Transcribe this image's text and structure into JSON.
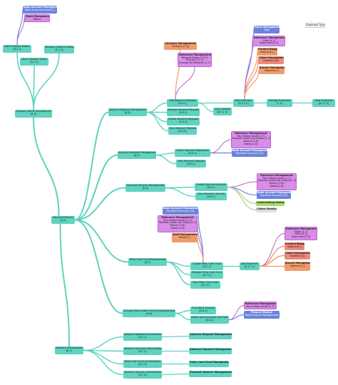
{
  "nodes": {
    "payment_module": {
      "title": "Payment Module",
      "sub": "[6.2]"
    },
    "cheques_status_mgmt": {
      "title": "Cheques Status Management",
      "sub": "[6.1]"
    },
    "add_cheques_status": {
      "title": "Add Cheques Status",
      "sub": "[6.1.1]"
    },
    "manage_cheques_status": {
      "title": "Manage Cheques Status",
      "sub": "[6.1.3]"
    },
    "view_cheques_status": {
      "title": "View Cheques Status",
      "sub": "[6.1.2]"
    },
    "bank_account_mgmt_top": {
      "title": "Bank Account Management",
      "sub": "Bank Account Context [-]"
    },
    "stock_mgmt_top": {
      "title": "Stock Management",
      "sub": "Status"
    },
    "currency_mgmt": {
      "title": "Currency Management",
      "sub": "Currency [1.5]"
    },
    "ref_mgmt_adv": {
      "title": "Reference Management",
      "lines": [
        "Request Types [1.6.1]",
        "Priority [1.7.1]",
        "Purpose for Advance [1.7.1]"
      ]
    },
    "advance_request_mgmt": {
      "title": "Advance Request Management",
      "sub": "[6.3]"
    },
    "add_advance_request": {
      "title": "Add Advance Request",
      "sub": "[6.3.1]"
    },
    "manage_advance_request": {
      "title": "Manage Advance Request",
      "sub": "[6.3.2]"
    },
    "delete_advance_request": {
      "title": "Delete Advance Request",
      "sub": "[6.3.3]"
    },
    "view_advance_request": {
      "title": "View Advance Request",
      "sub": "[6.3.4]"
    },
    "send_update": {
      "title": "Send Update",
      "sub": "[6.3.1.1]"
    },
    "add_expenses": {
      "title": "Add Expenses",
      "sub": "[6.3.1.2]"
    },
    "manage_expenses": {
      "title": "Manage Expenses",
      "sub": "[7.1]"
    },
    "view_expenses": {
      "title": "View Expenses",
      "sub": "[6.3.1.3]"
    },
    "stock_mgmt_exp": {
      "title": "Stock Management",
      "sub": "Type"
    },
    "ref_mgmt_exp": {
      "title": "Reference Management",
      "lines": [
        "Units [3.1]",
        "Segments [3.2]"
      ]
    },
    "product_mgmt_exp": {
      "title": "Product Budget",
      "sub": "Segment [-]"
    },
    "client_mgmt_exp": {
      "title": "Client Management",
      "sub": "Segment [4]"
    },
    "branch_mgmt_exp": {
      "title": "Branch Management",
      "sub": "Segment [-]"
    },
    "expenses_type": {
      "title": "Expenses Type"
    },
    "advance_payment_mgmt": {
      "title": "Advance Payment Management",
      "sub": "[6.5]"
    },
    "create_payment_requisition": {
      "title": "Create Payment Requisition",
      "sub": "[6.5.1]"
    },
    "view_payment_request": {
      "title": "View Payment Request",
      "sub": "[6.5.2]"
    },
    "ref_mgmt_apr": {
      "title": "Reference Management",
      "lines": [
        "Pay release mode [1.7]",
        "Release mode sub Groups [1.7]",
        "Branch [1.8]",
        "Notes [1.8]"
      ]
    },
    "bank_account_mgmt_apr": {
      "title": "Bank Account Management",
      "sub": "Payment Account [3.4]"
    },
    "payment_voucher_mgmt": {
      "title": "Payment Voucher Management",
      "sub": "[6.6]"
    },
    "create_payment_voucher": {
      "title": "Create Payment Voucher",
      "sub": "[6.6.1]"
    },
    "view_payment_voucher": {
      "title": "View Payment Voucher",
      "sub": "[6.6.2]"
    },
    "ref_mgmt_pv": {
      "title": "Reference Management",
      "lines": [
        "Pay release mode [1.7]",
        "Release mode sub Groups [1.7]",
        "Branch [1.8]",
        "Notes [1.8]"
      ]
    },
    "bank_account_mgmt_pv": {
      "title": "Bank Account Management",
      "sub": "Payment Account [3.4]"
    },
    "underwriting_module": {
      "title": "Underwriting Module"
    },
    "claims_module": {
      "title": "Claims Module"
    },
    "bank_account_mgmt_pc": {
      "title": "Bank Account Management",
      "sub": "Payment Account [3.4]"
    },
    "ref_mgmt_pc": {
      "title": "Reference Management",
      "lines": [
        "Pay release mode [1.7]",
        "Release mode sub Groups [1.7]",
        "Branch [1.8]",
        "Notes [1.8]"
      ]
    },
    "staff_mgmt_pc": {
      "title": "Staff Management",
      "sub": "Holder [-]"
    },
    "petty_cash_fund_mgmt": {
      "title": "Petty Cash Fund Management",
      "sub": "[6.7]"
    },
    "create_petty_cash_fund": {
      "title": "Create Petty Cash Fund",
      "sub": "[6.7.1]"
    },
    "manage_petty_cash_fund": {
      "title": "Manage Petty Cash Fund",
      "sub": "[6.7.2]"
    },
    "view_petty_cash_fund": {
      "title": "View Petty Cash Fund",
      "sub": "[6.7.3]"
    },
    "add_expenses_pc": {
      "title": "Add Expenses",
      "sub": "[6.7.1.1]"
    },
    "ref_mgmt_pc2": {
      "title": "Reference Management",
      "lines": [
        "Types [1.7]",
        "Units [3.1]",
        "Segments [3.2]"
      ]
    },
    "product_budget_pc": {
      "title": "Product Budget",
      "sub": "Segment [-]"
    },
    "client_mgmt_pc": {
      "title": "Client Management",
      "sub": "Segment [4]"
    },
    "branch_mgmt_pc": {
      "title": "Branch Management",
      "sub": "Segment [-]"
    },
    "cheque_bank_letter_mgmt": {
      "title": "Cheque/ Bank Letter Printing Management",
      "sub": "[6.8]"
    },
    "print_bank_cheque": {
      "title": "Print Bank Cheque",
      "sub": "[6.8.1]"
    },
    "switch_bank_account": {
      "title": "Switch Bank Account and Type",
      "sub": "[6.8.2]"
    },
    "ref_mgmt_cb": {
      "title": "Reference Management",
      "lines": [
        "Pay release mode [1.7]"
      ]
    },
    "finance_module_cb": {
      "title": "Finance Module",
      "sub": "Bank Account Management"
    },
    "payment_authorization": {
      "title": "Payment Authorization",
      "sub": "[6.7]"
    },
    "adv_req_auth": {
      "title": "Advance Request Authorization",
      "sub": "[6.7.1]"
    },
    "adv_pay_auth": {
      "title": "Advance Payment Authorization",
      "sub": "[6.7.2]"
    },
    "petty_cash_auth": {
      "title": "Petty Cash Fund Authorization",
      "sub": "[6.7.3]"
    },
    "payment_voucher_auth": {
      "title": "Payment Voucher Authorization",
      "sub": "[6.7.4]"
    },
    "adv_req_mgmt_leaf": {
      "title": "Advance Request Management"
    },
    "adv_pay_mgmt_leaf": {
      "title": "Advance Payment Management"
    },
    "petty_cash_mgmt_leaf": {
      "title": "Petty Cash Fund Management"
    },
    "payment_voucher_mgmt_leaf": {
      "title": "Payment Voucher Management"
    }
  },
  "colors": {
    "teal_edge": "#5fd3bf",
    "blue_edge": "#6b83dc",
    "violet_edge": "#c07bd6",
    "orange_edge": "#ef9c6d",
    "salmon_edge": "#ec8a7c"
  }
}
